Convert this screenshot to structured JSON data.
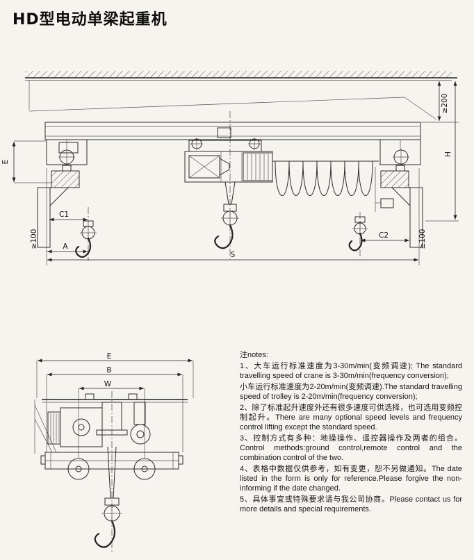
{
  "page": {
    "title": "HD型电动单梁起重机"
  },
  "front_view": {
    "description": "Front elevation drawing of HD electric single girder crane",
    "labels": {
      "ceiling_clearance": "≥200",
      "height": "H",
      "left_e": "E",
      "hook_left": "C1",
      "hook_right": "C2",
      "end_clearance_left": "≥100",
      "end_clearance_right": "≥100",
      "span": "S",
      "a": "A"
    }
  },
  "side_view": {
    "description": "End view drawing of crane trolley and end carriage",
    "labels": {
      "e": "E",
      "b": "B",
      "w": "W"
    }
  },
  "notes": {
    "heading": "注notes:",
    "items": [
      "1、大车运行标准速度为3-30m/min(变频调速); The standard travelling speed of crane is 3-30m/min(frequency conversion);",
      "小车运行标准速度为2-20m/min(变频调速).The standard travelling speed of trolley is 2-20m/min(frequency conversion);",
      "2、除了标准起升速度外还有很多速度可供选择，也可选用变频控制起升。There are many optional speed levels and frequency control lifting except the standard speed.",
      "3、控制方式有多种：地操操作、遥控器操作及两者的组合。Control methods:ground control,remote control and the combination control of the two.",
      "4、表格中数据仅供参考，如有变更，恕不另做通知。The date listed in the form is only for reference.Please forgive the non-informing if the date changed.",
      "5、具体事宜或特殊要求请与我公司协商。Please contact us for more details and special requirements."
    ]
  }
}
